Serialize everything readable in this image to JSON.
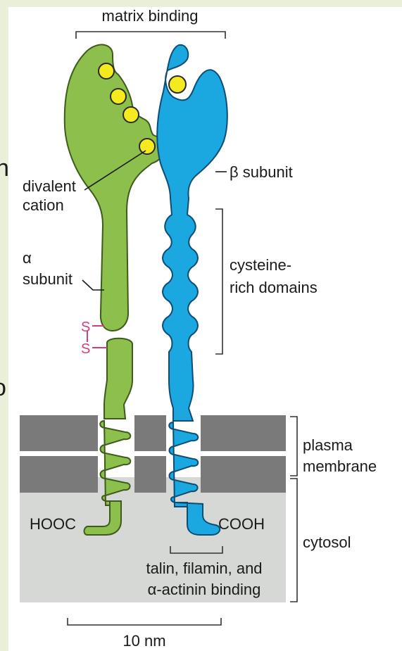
{
  "labels": {
    "matrix_binding": "matrix binding",
    "divalent": "divalent",
    "cation": "cation",
    "alpha": "α",
    "subunit": "subunit",
    "beta_subunit": "β subunit",
    "cysteine": "cysteine-",
    "rich_domains": "rich domains",
    "s_top": "S",
    "s_bottom": "S",
    "plasma": "plasma",
    "membrane": "membrane",
    "cytosol": "cytosol",
    "hooc": "HOOC",
    "cooh": "COOH",
    "talin_line1": "talin, filamin, and",
    "talin_line2": "α-actinin binding",
    "scale": "10 nm",
    "edge_n": "n",
    "edge_o": "o"
  },
  "colors": {
    "alpha_subunit": "#8dbf4c",
    "beta_subunit": "#1ba8e0",
    "cation": "#f5ea1e",
    "membrane": "#7a7a7a",
    "cytosol": "#d5d8d5",
    "disulfide": "#d0407f",
    "background": "#e9efd9"
  }
}
